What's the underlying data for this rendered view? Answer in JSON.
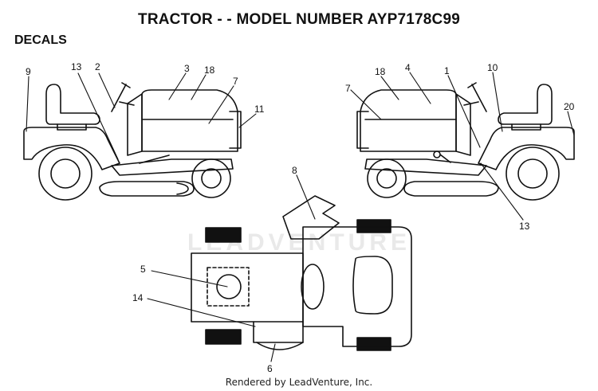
{
  "title": "TRACTOR - - MODEL NUMBER AYP7178C99",
  "section": "DECALS",
  "watermark_text": "LEADVENTURE",
  "footer": "Rendered by LeadVenture, Inc.",
  "callouts": {
    "left_view": [
      "9",
      "13",
      "2",
      "3",
      "18",
      "7",
      "11"
    ],
    "right_view": [
      "18",
      "4",
      "1",
      "10",
      "7",
      "20",
      "13"
    ],
    "top_view": [
      "8",
      "5",
      "14",
      "6"
    ]
  }
}
